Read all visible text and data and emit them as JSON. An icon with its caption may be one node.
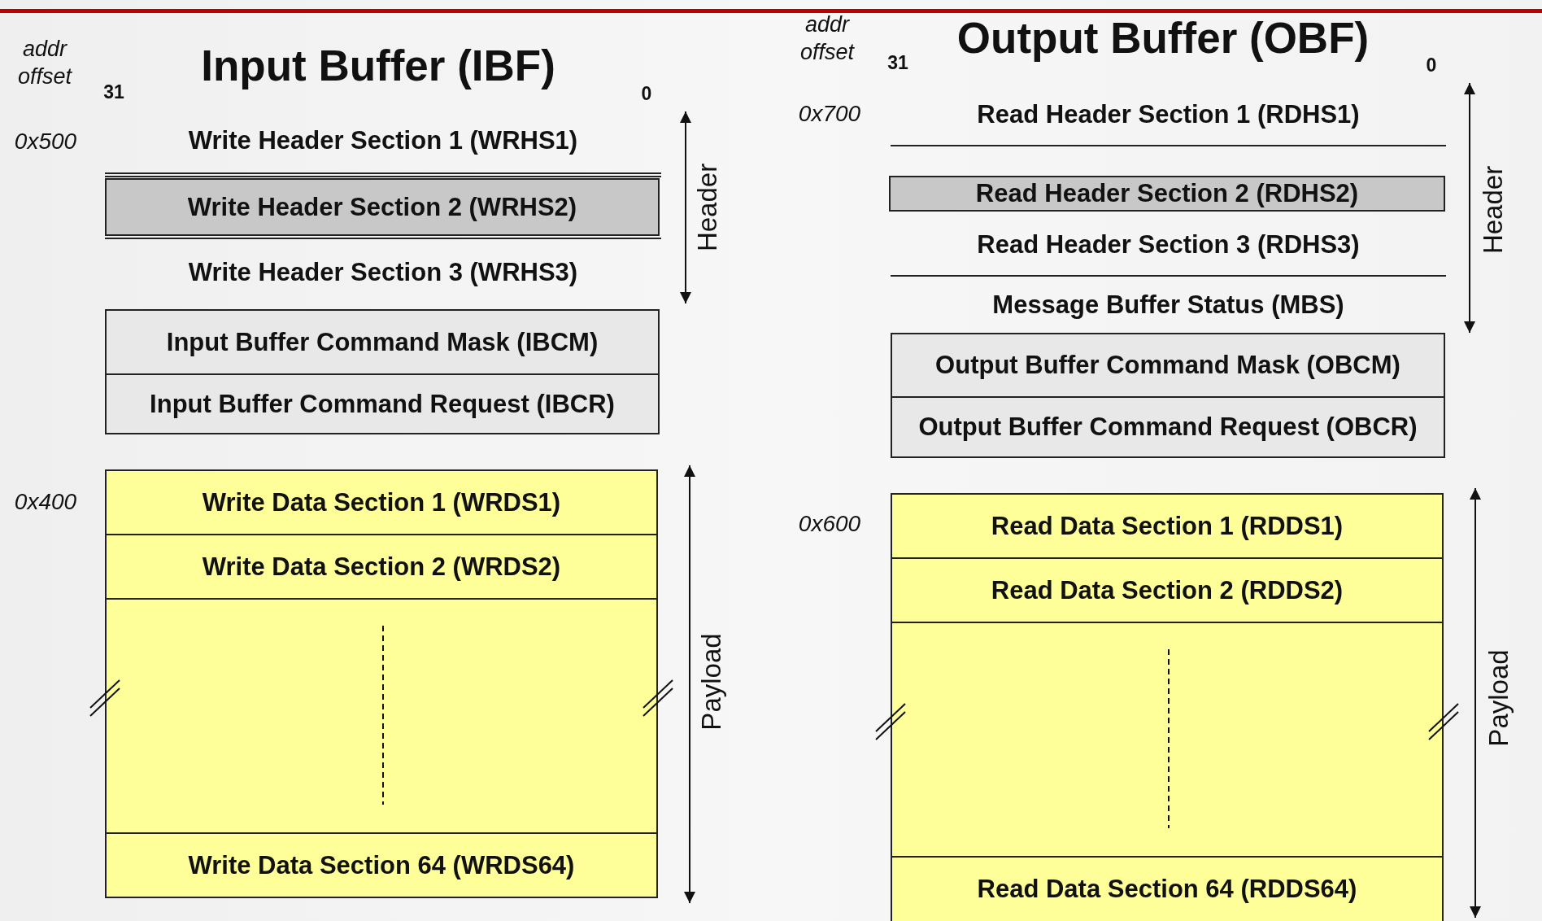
{
  "diagram": {
    "nodes": [
      {
        "text": [
          "Write Header Section 1 (WRHS1)"
        ]
      },
      {
        "text": [
          "Write Header Section 2 (WRHS2)"
        ]
      },
      {
        "text": [
          "Write Header Section 3 (WRHS3)"
        ]
      },
      {
        "text": [
          "Input Buffer Command Mask (IBCM)"
        ]
      },
      {
        "text": [
          "Input Buffer Command Request (IBCR)"
        ]
      },
      {
        "text": [
          "Write Data Section 1 (WRDS1)"
        ]
      },
      {
        "text": [
          "Write Data Section 2 (WRDS2)"
        ]
      },
      {
        "text": [],
        "shape": "box"
      },
      {
        "text": [
          "Write Data Section 64 (WRDS64)"
        ]
      },
      {
        "text": [
          "Read Header Section 1 (RDHS1)"
        ]
      },
      {
        "text": [
          "Read Header Section 2 (RDHS2)"
        ]
      },
      {
        "text": [
          "Read Header Section 3 (RDHS3)"
        ]
      },
      {
        "text": [
          "Message Buffer Status (MBS)"
        ]
      },
      {
        "text": [
          "Output Buffer Command Mask (OBCM)"
        ]
      },
      {
        "text": [
          "Output Buffer Command Request (OBCR)"
        ]
      },
      {
        "text": [
          "Read Data Section 1 (RDDS1)"
        ]
      },
      {
        "text": [
          "Read Data Section 2 (RDDS2)"
        ]
      },
      {
        "text": [],
        "shape": "box"
      },
      {
        "text": [
          "Read Data Section 64 (RDDS64)"
        ]
      }
    ],
    "labels": [
      "addr offset",
      "Input Buffer (IBF)",
      "31",
      "0",
      "0x500",
      "Header",
      "0x400",
      "Payload",
      "addr offset",
      "Output Buffer (OBF)",
      "31",
      "0",
      "0x700",
      "Header",
      "0x600",
      "Payload"
    ]
  }
}
